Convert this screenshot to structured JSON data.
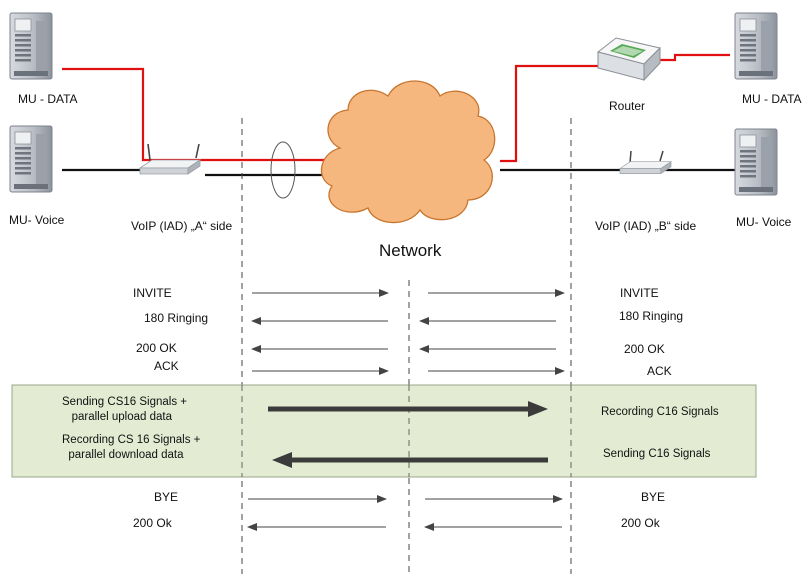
{
  "nodes": {
    "mu_data_left": "MU -  DATA",
    "mu_voice_left": "MU- Voice",
    "iad_a": "VoIP (IAD) „A“ side",
    "router": "Router",
    "mu_data_right": "MU -  DATA",
    "mu_voice_right": "MU- Voice",
    "iad_b": "VoIP  (IAD) „B“ side",
    "network": "Network"
  },
  "messages": {
    "invite_left": "INVITE",
    "ringing_left": "180 Ringing",
    "ok_left": "200 OK",
    "ack_left": "ACK",
    "invite_right": "INVITE",
    "ringing_right": "180 Ringing",
    "ok_right": "200 OK",
    "ack_right": "ACK",
    "bye_left": "BYE",
    "ok200_left": "200 Ok",
    "bye_right": "BYE",
    "ok200_right": "200 Ok"
  },
  "band": {
    "sending_left": "Sending CS16 Signals +\n   parallel upload data",
    "recording_left": "Recording CS 16 Signals +\n  parallel download data",
    "recording_right": "Recording C16 Signals",
    "sending_right": "Sending C16 Signals"
  },
  "colors": {
    "data_link": "#e01010",
    "voice_link": "#111111",
    "cloud": "#f6b77f",
    "band_fill": "#e3ecd3"
  }
}
